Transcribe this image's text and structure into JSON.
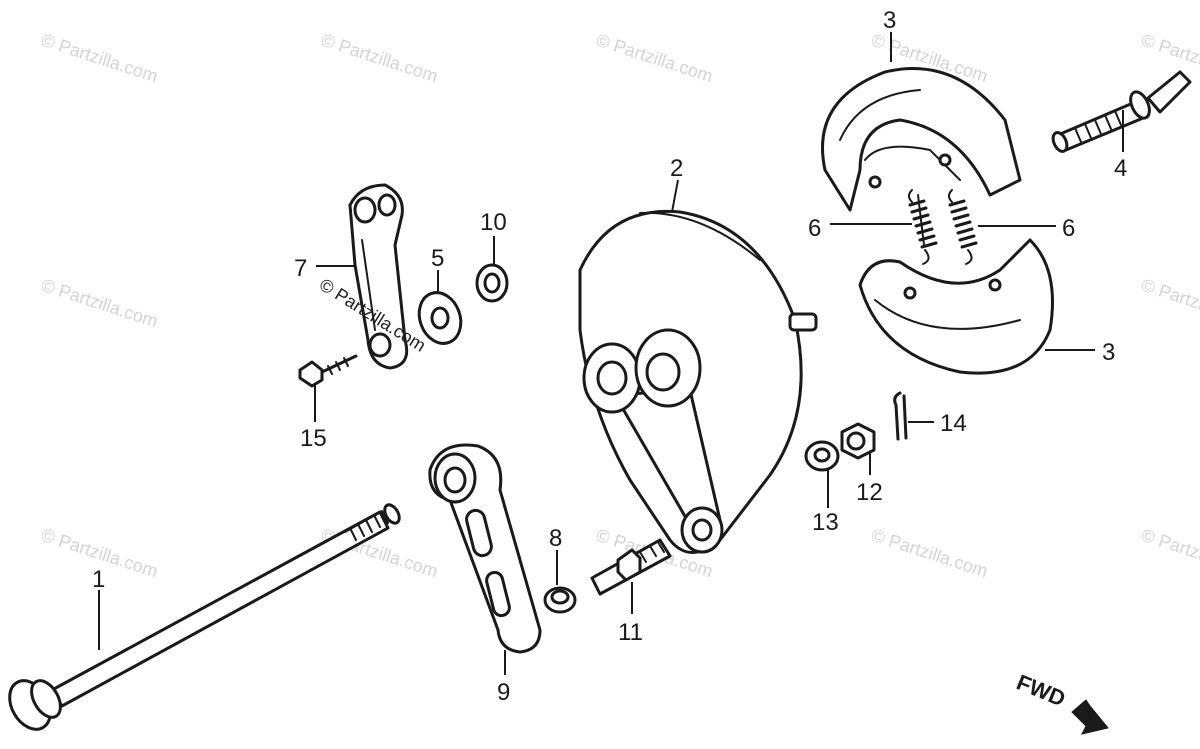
{
  "watermark": {
    "text": "© Partzilla.com",
    "inline_text": "© Partzilla.com",
    "color": "#d4d4d4"
  },
  "direction": {
    "label": "FWD"
  },
  "callouts": [
    {
      "id": "p1",
      "label": "1"
    },
    {
      "id": "p2",
      "label": "2"
    },
    {
      "id": "p3a",
      "label": "3"
    },
    {
      "id": "p3b",
      "label": "3"
    },
    {
      "id": "p4",
      "label": "4"
    },
    {
      "id": "p5",
      "label": "5"
    },
    {
      "id": "p6a",
      "label": "6"
    },
    {
      "id": "p6b",
      "label": "6"
    },
    {
      "id": "p7",
      "label": "7"
    },
    {
      "id": "p8",
      "label": "8"
    },
    {
      "id": "p9",
      "label": "9"
    },
    {
      "id": "p10",
      "label": "10"
    },
    {
      "id": "p11",
      "label": "11"
    },
    {
      "id": "p12",
      "label": "12"
    },
    {
      "id": "p13",
      "label": "13"
    },
    {
      "id": "p14",
      "label": "14"
    },
    {
      "id": "p15",
      "label": "15"
    }
  ],
  "colors": {
    "ink": "#1a1a1a",
    "background": "#ffffff"
  }
}
